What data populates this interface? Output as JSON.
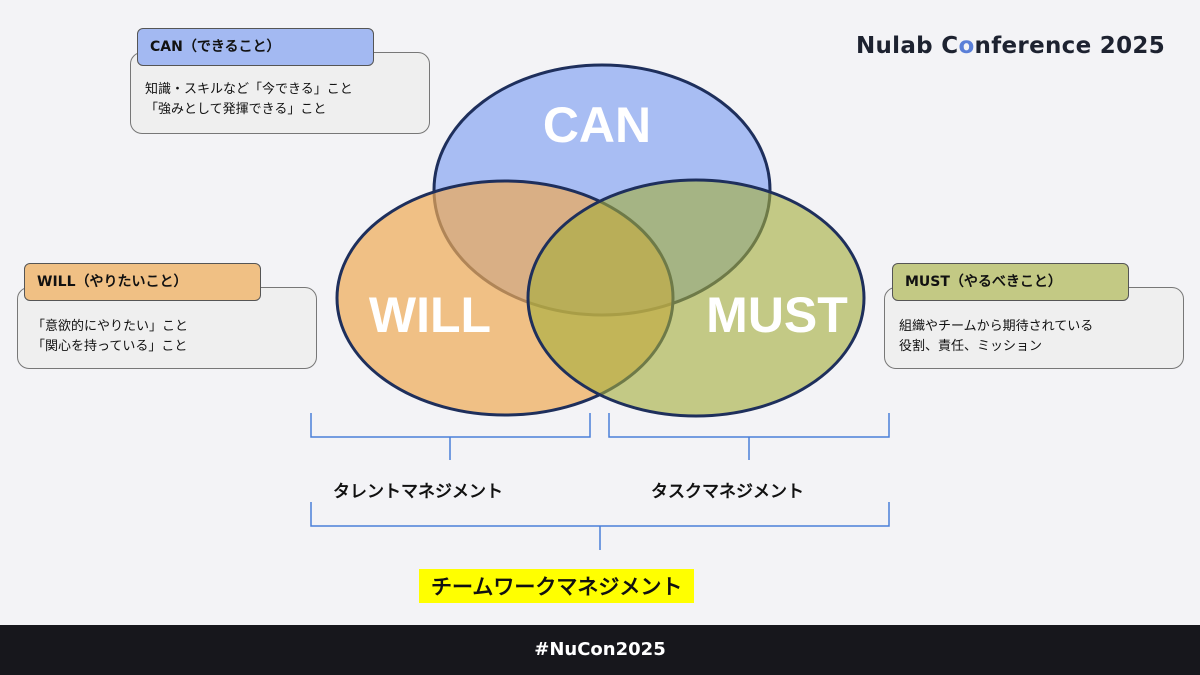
{
  "header": {
    "logo_text": "Nulab Conference 2025",
    "logo_prefix": "Nulab C",
    "logo_o": "o",
    "logo_suffix": "nference 2025"
  },
  "can": {
    "tag": "CAN（できること）",
    "line1": "知識・スキルなど「今できる」こと",
    "line2": "「強みとして発揮できる」こと",
    "circle": "CAN",
    "color": "#a3b9f2"
  },
  "will": {
    "tag": "WILL（やりたいこと）",
    "line1": "「意欲的にやりたい」こと",
    "line2": "「関心を持っている」こと",
    "circle": "WILL",
    "color": "#f0c084"
  },
  "must": {
    "tag": "MUST（やるべきこと）",
    "line1": "組織やチームから期待されている",
    "line2": "役割、責任、ミッション",
    "circle": "MUST",
    "color": "#c3c984"
  },
  "brackets": {
    "talent": "タレントマネジメント",
    "task": "タスクマネジメント",
    "team": "チームワークマネジメント"
  },
  "footer": {
    "hashtag": "#NuCon2025"
  }
}
